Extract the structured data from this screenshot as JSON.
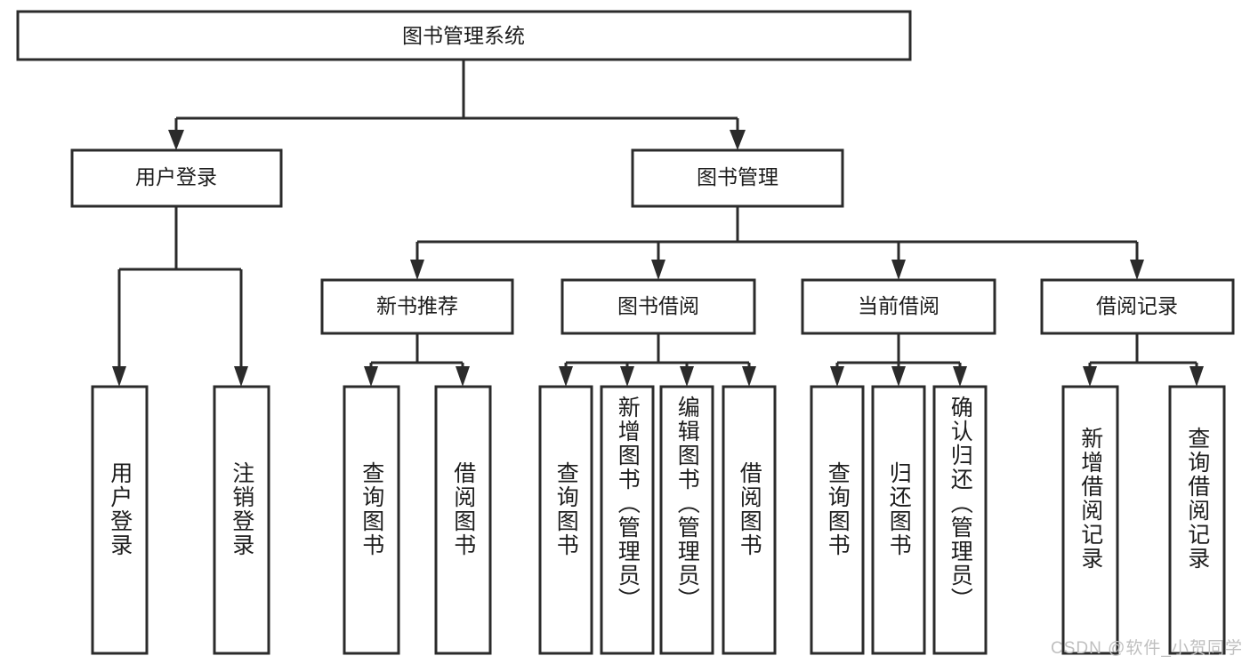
{
  "diagram": {
    "type": "tree-structure-chart",
    "title": "图书管理系统",
    "colors": {
      "stroke": "#2b2b2b",
      "box_fill": "#ffffff",
      "text": "#1d1d1d",
      "background": "#ffffff",
      "watermark": "#bfbfbf"
    },
    "root": {
      "label": "图书管理系统"
    },
    "level2": [
      {
        "label": "用户登录"
      },
      {
        "label": "图书管理"
      }
    ],
    "level3": [
      {
        "label": "新书推荐"
      },
      {
        "label": "图书借阅"
      },
      {
        "label": "当前借阅"
      },
      {
        "label": "借阅记录"
      }
    ],
    "leaves": {
      "user_login": [
        {
          "label": "用户登录"
        },
        {
          "label": "注销登录"
        }
      ],
      "new_book_recommend": [
        {
          "label": "查询图书"
        },
        {
          "label": "借阅图书"
        }
      ],
      "book_borrow": [
        {
          "label": "查询图书"
        },
        {
          "label": "新增图书（管理员）"
        },
        {
          "label": "编辑图书（管理员）"
        },
        {
          "label": "借阅图书"
        }
      ],
      "current_borrow": [
        {
          "label": "查询图书"
        },
        {
          "label": "归还图书"
        },
        {
          "label": "确认归还（管理员）"
        }
      ],
      "borrow_record": [
        {
          "label": "新增借阅记录"
        },
        {
          "label": "查询借阅记录"
        }
      ]
    }
  },
  "watermark": {
    "text": "CSDN @软件_小贺同学"
  }
}
